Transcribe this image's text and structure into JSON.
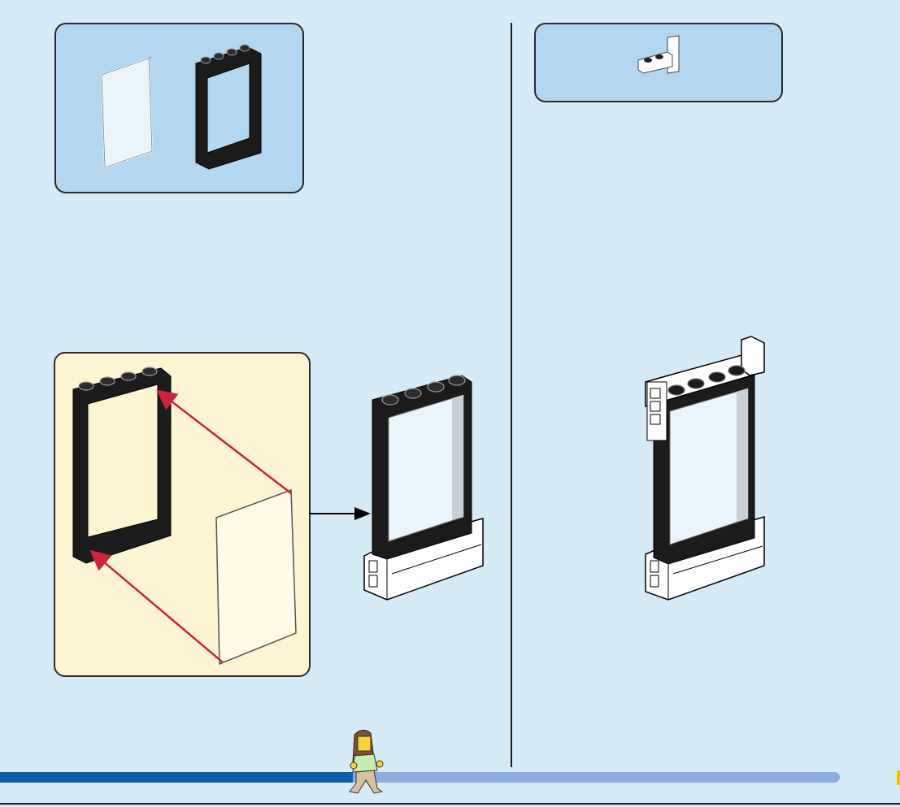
{
  "steps": [
    {
      "panel": "left",
      "parts": [
        "transparent-glass-pane",
        "black-window-frame"
      ],
      "sub_assembly": true
    },
    {
      "panel": "right",
      "parts": [
        "white-bracket-plate"
      ],
      "sub_assembly": false
    }
  ],
  "progress": {
    "fraction": 0.42
  },
  "colors": {
    "page_background": "#d6ebf8",
    "parts_box": "#b3d7f1",
    "sub_assembly_box": "#fdf5d2",
    "frame": "#1b1b1b",
    "glass": "#eaf4fb",
    "arrow_red": "#c9243a",
    "progress_fill": "#0a5fa8",
    "progress_track": "#8aaee0"
  }
}
